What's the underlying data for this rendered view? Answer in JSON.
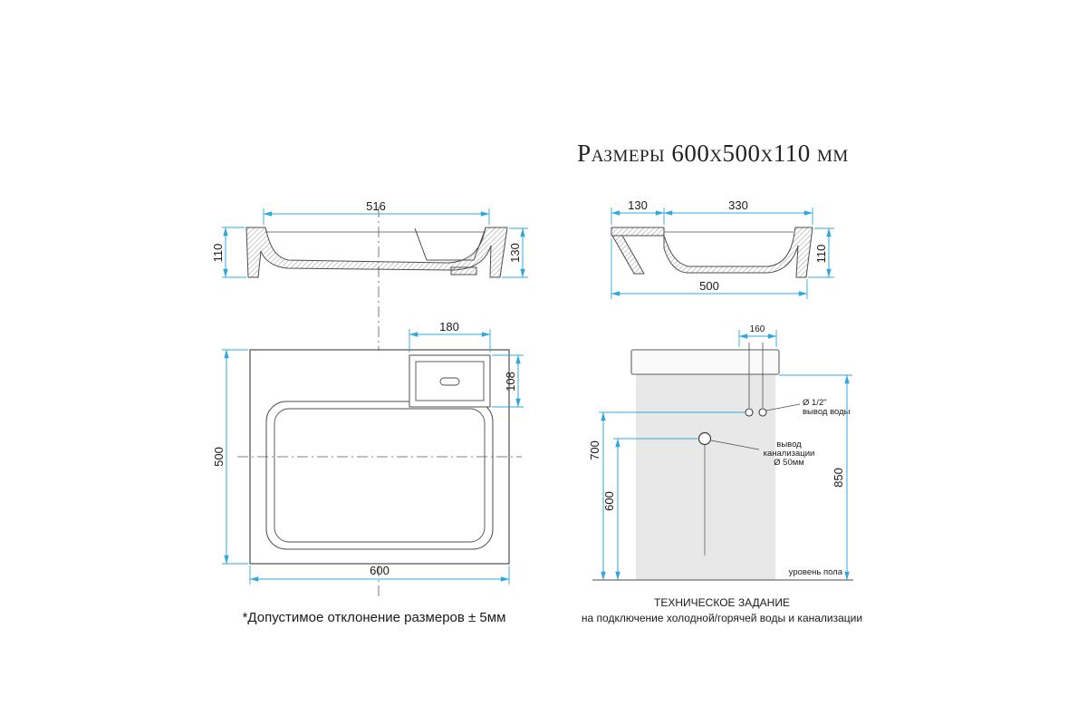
{
  "title": "Размеры 600х500х110 мм",
  "footnote": "*Допустимое отклонение размеров ± 5мм",
  "tech": {
    "title": "ТЕХНИЧЕСКОЕ ЗАДАНИЕ",
    "subtitle": "на подключение холодной/горячей воды и канализации"
  },
  "front_view": {
    "width": "516",
    "left_height": "110",
    "right_height": "130"
  },
  "side_view": {
    "back_width": "130",
    "bowl_width": "330",
    "height": "110",
    "total_depth": "500"
  },
  "plan_view": {
    "platform_width": "180",
    "platform_depth": "108",
    "depth": "500",
    "width": "600"
  },
  "install_view": {
    "edge_offset": "160",
    "water_height": "700",
    "drain_height": "600",
    "mount_height": "850",
    "water_line1": "Ø 1/2\"",
    "water_line2": "вывод воды",
    "drain_line1": "вывод",
    "drain_line2": "канализации",
    "drain_line3": "Ø 50мм",
    "floor_label": "уровень пола"
  },
  "colors": {
    "dimension_line": "#2FA8DC",
    "drawing_line": "#4D4D4D",
    "wall_fill": "#E8E8E8"
  }
}
